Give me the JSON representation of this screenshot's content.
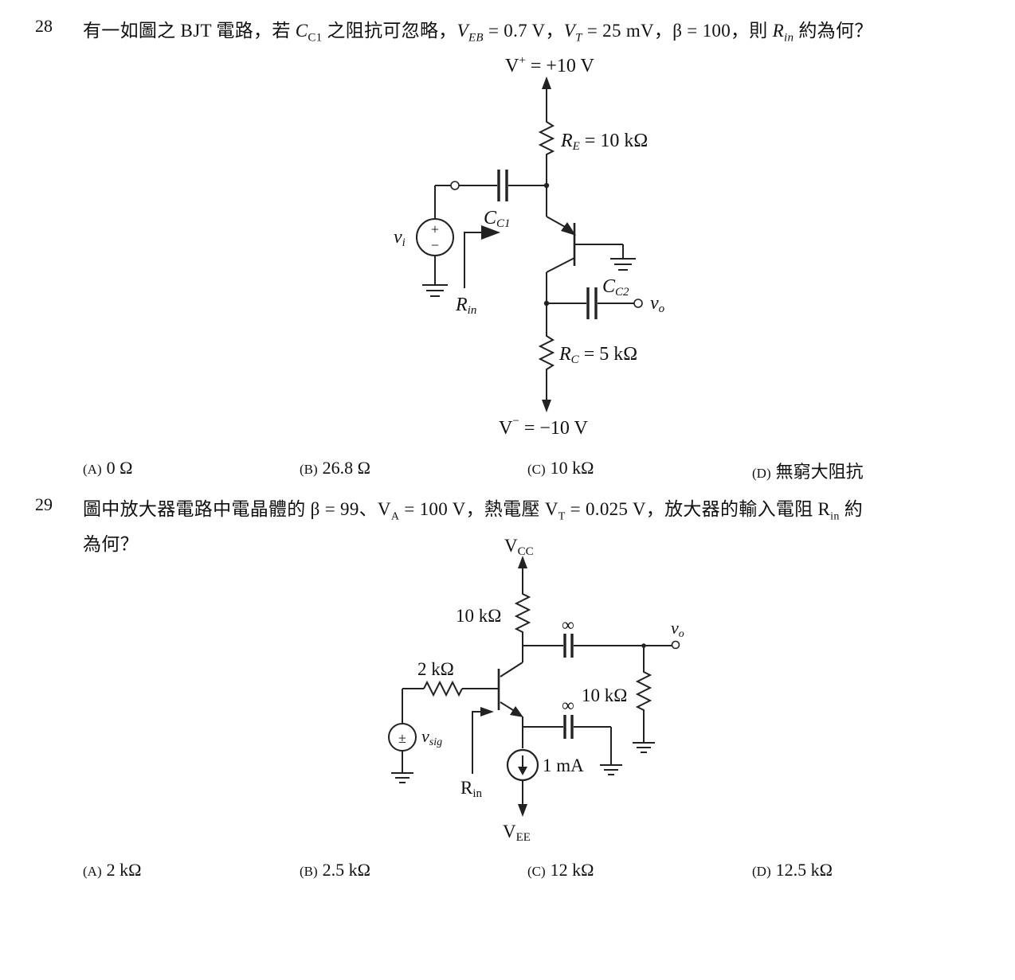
{
  "q28": {
    "number": "28",
    "text_prefix": "有一如圖之 BJT 電路，若 ",
    "cc1_main": "C",
    "cc1_sub": "C1",
    "text_mid1": " 之阻抗可忽略，",
    "veb_main": "V",
    "veb_sub": "EB",
    "veb_val": " = 0.7 V，",
    "vt_main": "V",
    "vt_sub": "T",
    "vt_val": " = 25 mV，β = 100，則 ",
    "rin_main": "R",
    "rin_sub": "in",
    "text_suffix": " 約為何？",
    "circuit": {
      "vplus_main": "V",
      "vplus_sup": "+",
      "vplus_val": " = +10 V",
      "re_main": "R",
      "re_sub": "E",
      "re_val": " = 10 kΩ",
      "cc1_main": "C",
      "cc1_sub": "C1",
      "vi_main": "v",
      "vi_sub": "i",
      "rin_main": "R",
      "rin_sub": "in",
      "cc2_main": "C",
      "cc2_sub": "C2",
      "vo_main": "v",
      "vo_sub": "o",
      "rc_main": "R",
      "rc_sub": "C",
      "rc_val": " = 5 kΩ",
      "vminus_main": "V",
      "vminus_sup": "−",
      "vminus_val": " = −10 V",
      "src_plus": "+",
      "src_minus": "−"
    },
    "options": [
      {
        "label": "(A)",
        "text": "0 Ω"
      },
      {
        "label": "(B)",
        "text": "26.8 Ω"
      },
      {
        "label": "(C)",
        "text": "10 kΩ"
      },
      {
        "label": "(D)",
        "text": "無窮大阻抗"
      }
    ]
  },
  "q29": {
    "number": "29",
    "line1_a": "圖中放大器電路中電晶體的 β = 99、V",
    "va_sub": "A",
    "line1_b": " = 100 V，熱電壓 V",
    "vt_sub": "T",
    "line1_c": " = 0.025 V，放大器的輸入電阻 R",
    "rin_sub": "in",
    "line1_d": " 約",
    "line2": "為何？",
    "circuit": {
      "vcc_main": "V",
      "vcc_sub": "CC",
      "rc_label": "10 kΩ",
      "cap_top": "∞",
      "vo_main": "v",
      "vo_sub": "o",
      "rb_label": "2 kΩ",
      "cap_emitter": "∞",
      "rl_label": "10 kΩ",
      "vsig_main": "v",
      "vsig_sub": "sig",
      "src_pm": "±",
      "isrc_label": "1 mA",
      "rin_main": "R",
      "rin_sub": "in",
      "vee_main": "V",
      "vee_sub": "EE"
    },
    "options": [
      {
        "label": "(A)",
        "text": "2 kΩ"
      },
      {
        "label": "(B)",
        "text": "2.5 kΩ"
      },
      {
        "label": "(C)",
        "text": "12 kΩ"
      },
      {
        "label": "(D)",
        "text": "12.5 kΩ"
      }
    ]
  }
}
